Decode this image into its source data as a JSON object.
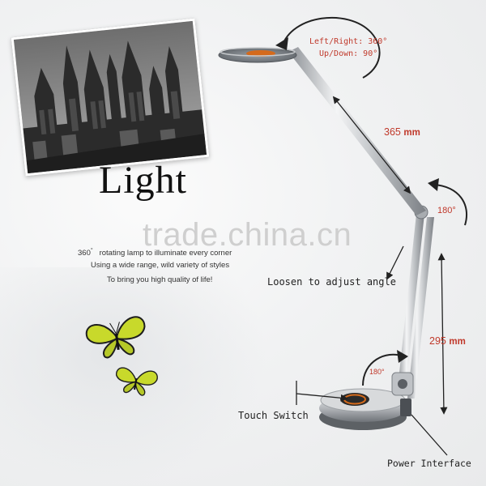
{
  "headline": "Light",
  "watermark": "trade.china.cn",
  "taglines": [
    {
      "num": "360",
      "deg": "°",
      "text": "rotating lamp to illuminate every corner"
    },
    {
      "text": "Using a wide range, wild variety of styles"
    },
    {
      "text": "To bring you high quality of life!"
    }
  ],
  "rotation_note": {
    "line1": "Left/Right: 360°",
    "line2": "Up/Down: 90°"
  },
  "arm_upper": {
    "value": "365",
    "unit": "mm"
  },
  "arm_lower": {
    "value": "295",
    "unit": "mm"
  },
  "joint_angle": "180°",
  "base_angle": "180°",
  "labels": {
    "loosen": "Loosen to adjust angle",
    "touch": "Touch Switch",
    "power": "Power Interface"
  },
  "colors": {
    "accent": "#c0392b",
    "metal": "#b9bcc0",
    "switch_ring": "#d46a1c"
  },
  "icons": [
    "rotation-arrow-icon",
    "butterfly-icon"
  ]
}
